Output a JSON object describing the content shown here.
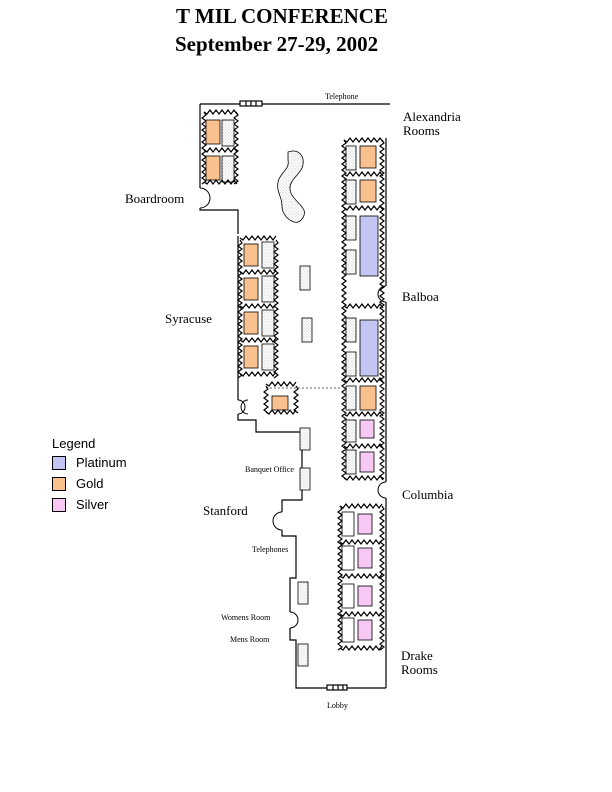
{
  "title": {
    "line1": "T MIL CONFERENCE",
    "line2": "September 27-29, 2002"
  },
  "colors": {
    "platinum": "#c3c6f3",
    "gold": "#f9c18e",
    "silver": "#f8c8f5"
  },
  "rooms": {
    "alexandria": [
      "Alexandria",
      "Rooms"
    ],
    "boardroom": "Boardroom",
    "syracuse": "Syracuse",
    "balboa": "Balboa",
    "columbia": "Columbia",
    "stanford": "Stanford",
    "drake": [
      "Drake",
      "Rooms"
    ]
  },
  "small_labels": {
    "telephone": "Telephone",
    "banquet_office": "Banquet Office",
    "telephones": "Telephones",
    "womens_room": "Womens Room",
    "mens_room": "Mens Room",
    "lobby": "Lobby"
  },
  "legend": {
    "title": "Legend",
    "items": [
      {
        "label": "Platinum",
        "color": "#c3c6f3"
      },
      {
        "label": "Gold",
        "color": "#f9c18e"
      },
      {
        "label": "Silver",
        "color": "#f8c8f5"
      }
    ]
  }
}
